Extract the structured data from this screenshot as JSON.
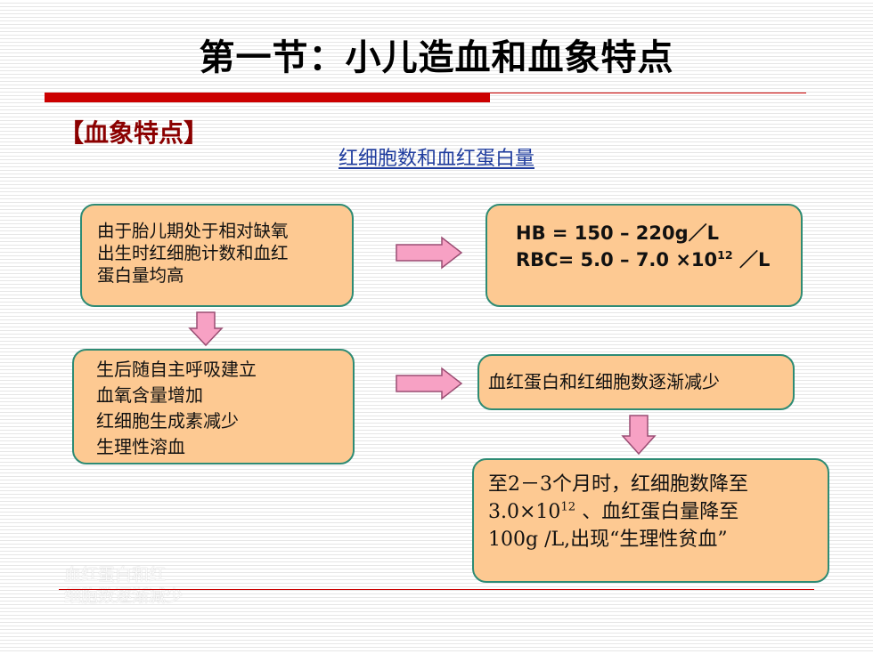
{
  "slide": {
    "title": "第一节：小儿造血和血象特点",
    "section_label": "【血象特点】",
    "subtitle": "红细胞数和血红蛋白量"
  },
  "boxes": {
    "fetal": {
      "lines": [
        "由于胎儿期处于相对缺氧",
        "出生时红细胞计数和血红",
        "蛋白量均高"
      ]
    },
    "hb_values": {
      "hb": "HB = 150 – 220g／L",
      "rbc_prefix": "RBC= 5.0 – 7.0 ×10",
      "rbc_exp": "12",
      "rbc_suffix": " ／L"
    },
    "after_birth": {
      "lines": [
        "生后随自主呼吸建立",
        "血氧含量增加",
        "红细胞生成素减少",
        "生理性溶血"
      ]
    },
    "decrease": {
      "text": "血红蛋白和红细胞数逐渐减少"
    },
    "result": {
      "line1": "至2－3个月时，红细胞数降至",
      "line2_prefix": "3.0×10",
      "line2_exp": "12",
      "line2_suffix": " 、血红蛋白量降至",
      "line3": "100g /L,出现“生理性贫血”"
    }
  },
  "faint_text": {
    "lines": [
      "血红蛋白和红",
      "细胞数逐渐减少"
    ]
  },
  "colors": {
    "accent_red": "#cc0000",
    "box_fill": "#fdc992",
    "box_border": "#2e8b74",
    "arrow_fill": "#f7a1c4",
    "subtitle_blue": "#1f3c9e",
    "section_label": "#8b0000"
  }
}
